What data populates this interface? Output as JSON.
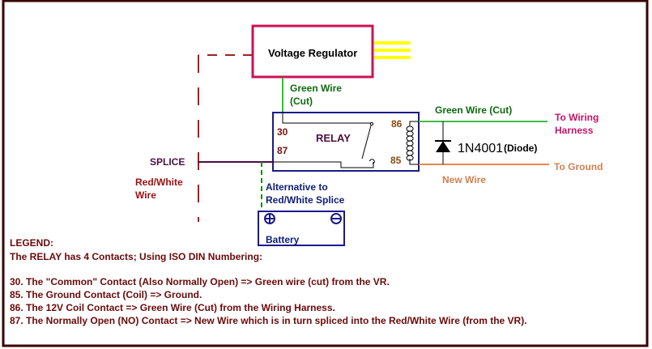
{
  "diagram": {
    "voltage_regulator": {
      "label": "Voltage Regulator"
    },
    "vr_to_relay_wire": {
      "label_line1": "Green Wire",
      "label_line2": "(Cut)",
      "color": "#22cc22"
    },
    "relay": {
      "label": "RELAY",
      "pins": {
        "p30": "30",
        "p87": "87",
        "p86": "86",
        "p85": "85"
      }
    },
    "harness_wire": {
      "label": "Green Wire (Cut)",
      "destination_line1": "To Wiring",
      "destination_line2": "Harness",
      "color": "#44bb44"
    },
    "ground_wire": {
      "label": "New Wire",
      "destination": "To Ground",
      "color": "#e8874a"
    },
    "diode": {
      "part": "1N4001",
      "type": "(Diode)"
    },
    "splice": {
      "label": "SPLICE"
    },
    "red_white_wire": {
      "label_line1": "Red/White",
      "label_line2": "Wire",
      "color": "#b01818"
    },
    "alternative": {
      "label_line1": "Alternative to",
      "label_line2": "Red/White Splice"
    },
    "battery": {
      "label": "Battery",
      "positive_symbol": "plus-terminal",
      "negative_symbol": "minus-terminal"
    },
    "colors": {
      "vr_border": "#cc1155",
      "relay_border": "#1a1a8a",
      "battery_border": "#1a1a8a",
      "frame": "#3a0000",
      "yellow_leads": "#ffff00"
    }
  },
  "legend": {
    "title": "LEGEND:",
    "subtitle": "The RELAY has 4 Contacts; Using ISO DIN Numbering:",
    "items": [
      "30. The \"Common\" Contact (Also Normally Open) => Green wire (cut) from the VR.",
      "85. The Ground Contact  (Coil) => Ground.",
      "86. The 12V Coil Contact => Green Wire (Cut) from the Wiring Harness.",
      "87. The Normally Open (NO) Contact => New Wire which is in turn spliced into the Red/White Wire (from the VR)."
    ]
  }
}
